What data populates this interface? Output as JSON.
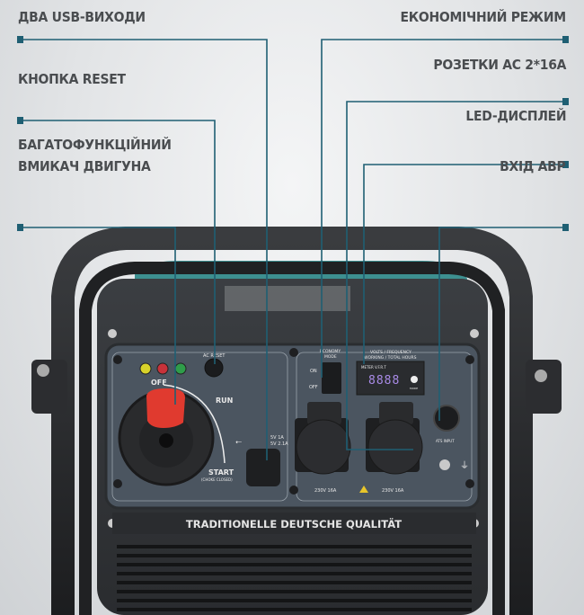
{
  "callouts": {
    "usb": "ДВА USB-ВИХОДИ",
    "reset": "КНОПКА RESET",
    "engine_switch_line1": "БАГАТОФУНКЦІЙНИЙ",
    "engine_switch_line2": "ВМИКАЧ ДВИГУНА",
    "economy": "ЕКОНОМІЧНИЙ РЕЖИМ",
    "sockets": "РОЗЕТКИ АС 2*16А",
    "led": "LED-ДИСПЛЕЙ",
    "ats": "ВХІД АВР"
  },
  "panel": {
    "off": "OFF",
    "run": "RUN",
    "start": "START",
    "choke": "(CHOKE CLOSED)",
    "ac_reset": "AC RESET",
    "economy_mode_1": "ECONOMY",
    "economy_mode_2": "MODE",
    "switch_on": "ON",
    "switch_off": "OFF",
    "meter_header_1": "VOLTS / FREQUENCY",
    "meter_header_2": "WORKING / TOTAL HOURS",
    "meter_label": "METER  V.F.R.T",
    "display_value": "8888",
    "mode_label": "MODE",
    "usb_rating_1": "5V 1A",
    "usb_rating_2": "5V 2.1A",
    "socket_left": "230V 16A",
    "socket_right": "230V 16A",
    "ats_input": "ATS INPUT",
    "tagline": "TRADITIONELLE DEUTSCHE QUALITÄT"
  },
  "colors": {
    "callout_line": "#1f5f73",
    "label_text": "#4a4d50",
    "panel": "#4b5560",
    "knob_red": "#e03a2f",
    "display_digits": "#a98be8",
    "accent_teal": "#2f8f8f"
  }
}
